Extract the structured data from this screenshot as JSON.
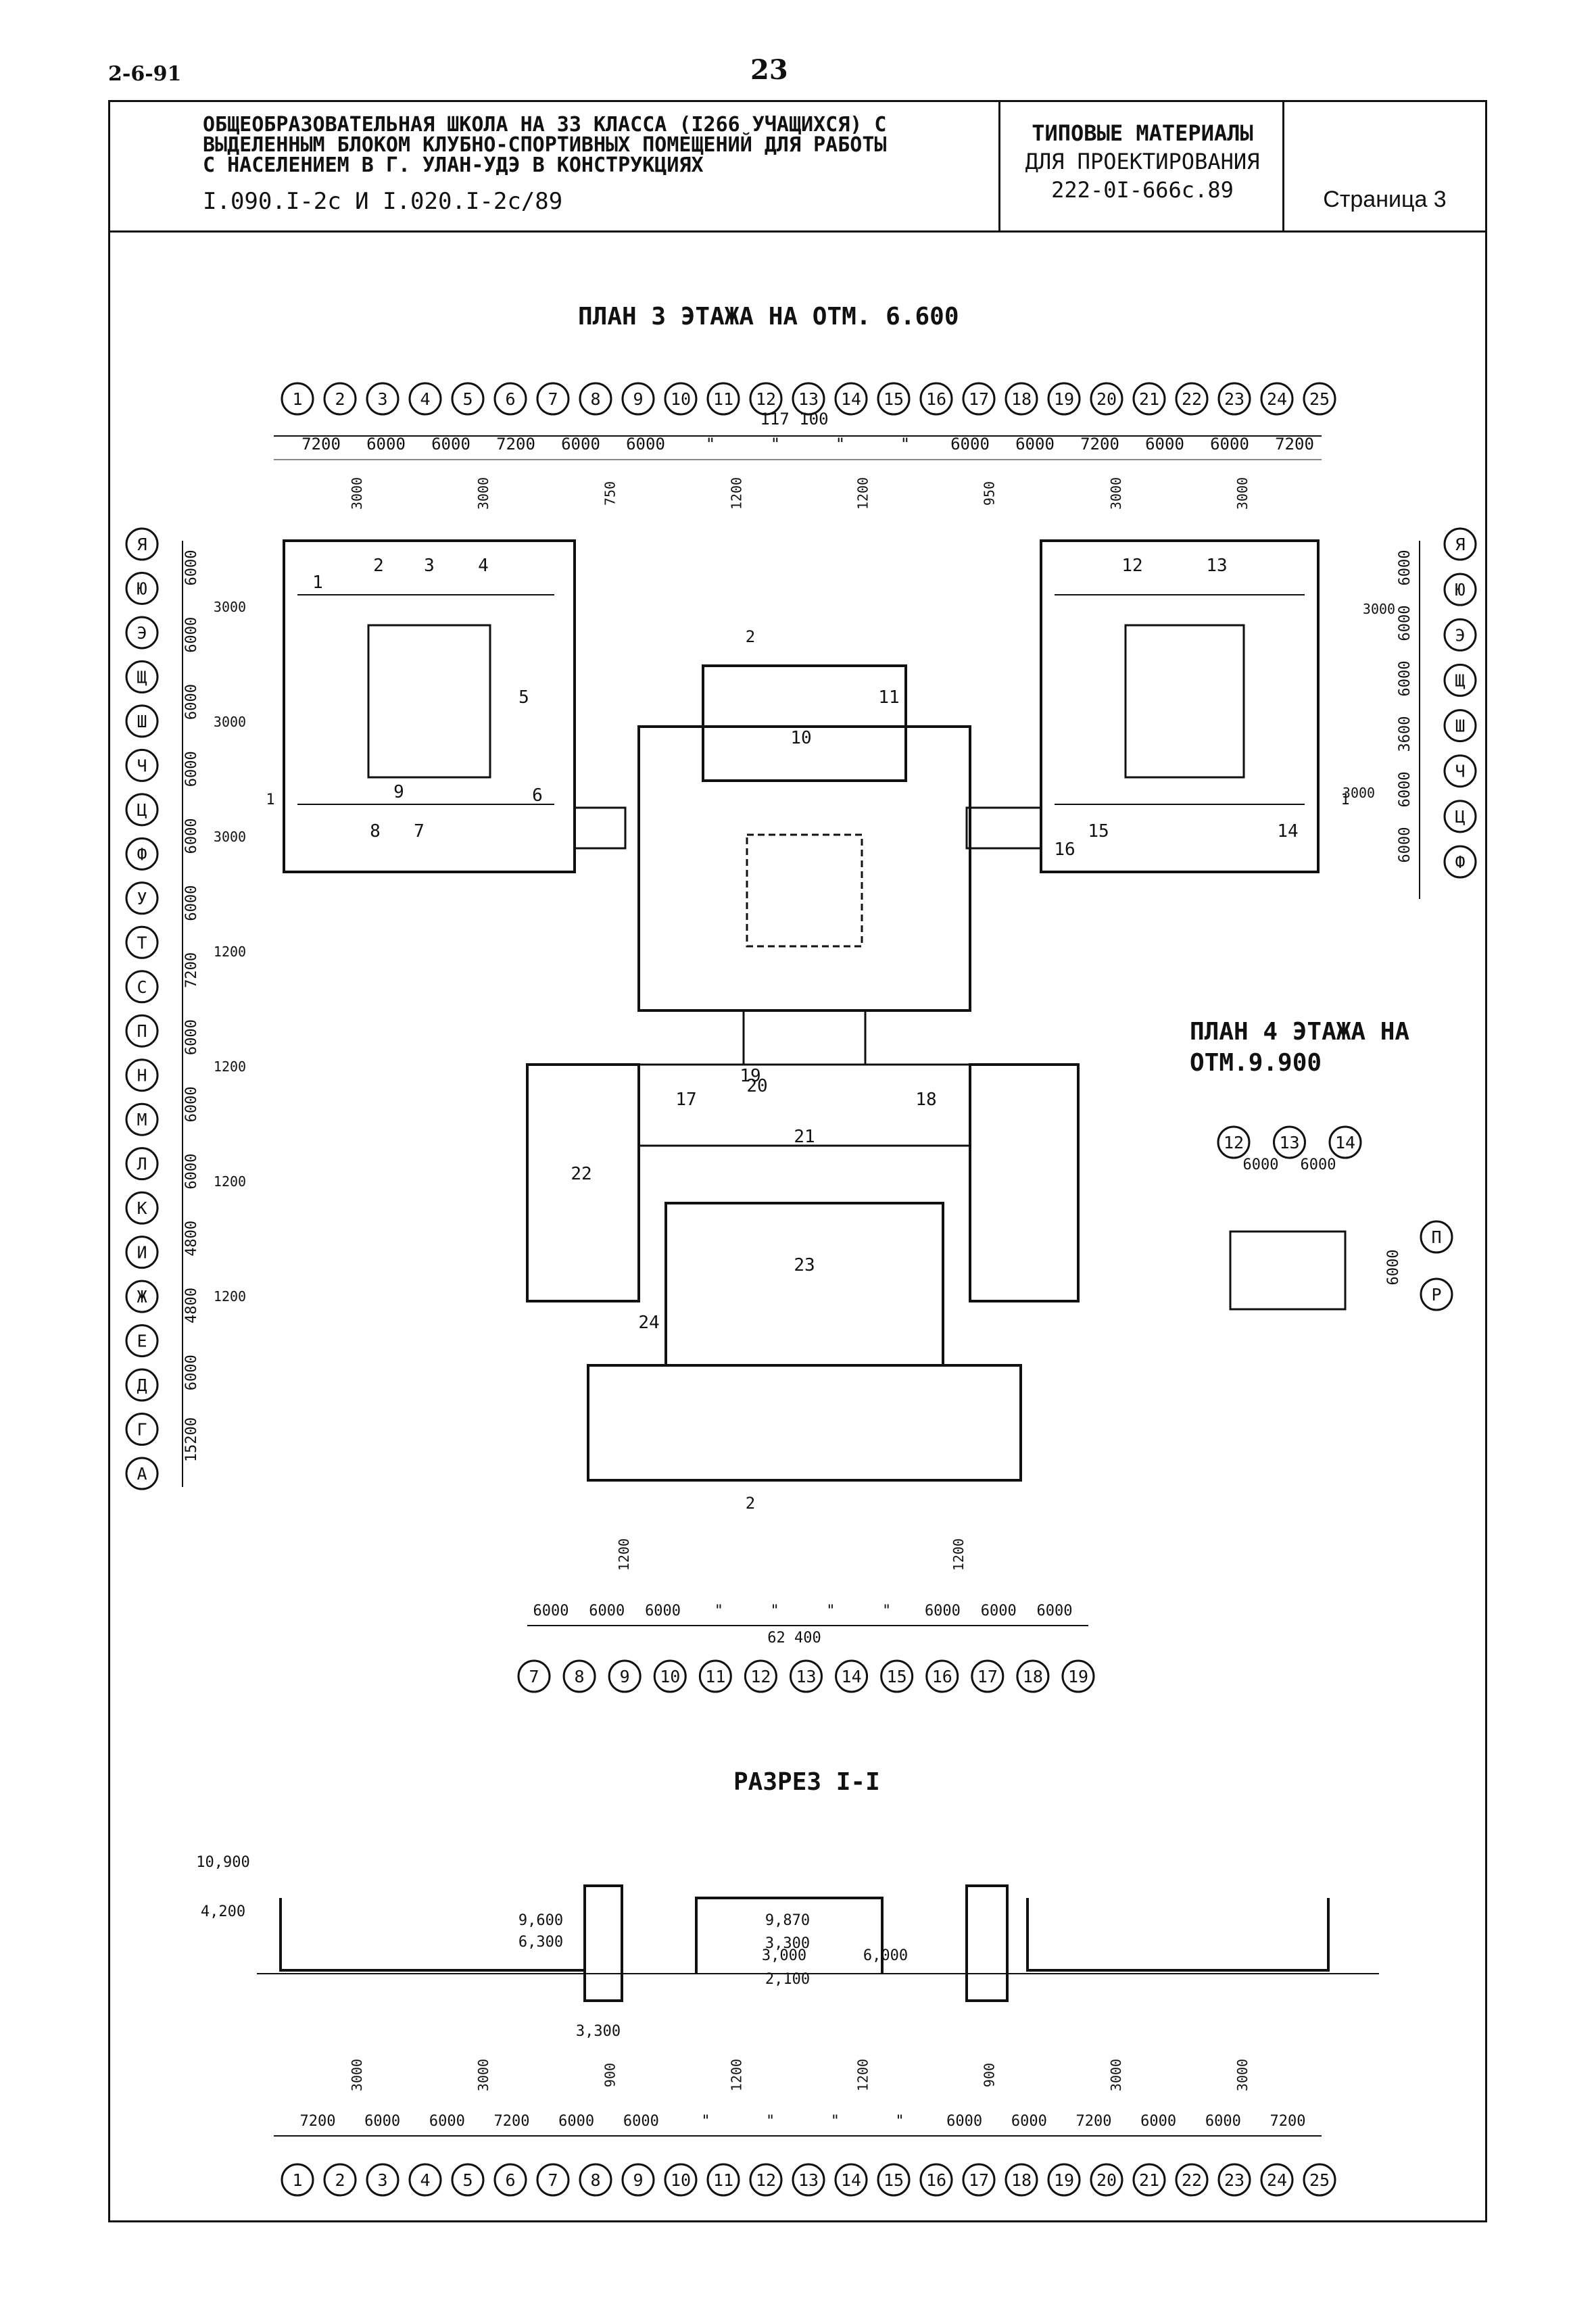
{
  "header": {
    "sheet_code": "2-6-91",
    "page_number": "23"
  },
  "title_block": {
    "project_title": "ОБЩЕОБРАЗОВАТЕЛЬНАЯ ШКОЛА НА 33 КЛАССА (I266 УЧАЩИХСЯ) С\nВЫДЕЛЕННЫМ БЛОКОМ КЛУБНО-СПОРТИВНЫХ ПОМЕЩЕНИЙ ДЛЯ РАБОТЫ\nС НАСЕЛЕНИЕМ                В Г. УЛАН-УДЭ В КОНСТРУКЦИЯХ",
    "series": "I.090.I-2с И I.020.I-2с/89",
    "materials_line1": "ТИПОВЫЕ МАТЕРИАЛЫ",
    "materials_line2": "ДЛЯ ПРОЕКТИРОВАНИЯ",
    "materials_code": "222-0I-666с.89",
    "page_label": "Страница 3"
  },
  "drawings": {
    "plan3_title": "ПЛАН 3 ЭТАЖА НА ОТМ. 6.600",
    "plan4_title": "ПЛАН 4 ЭТАЖА НА\nОТМ.9.900",
    "section_title": "РАЗРЕЗ I-I"
  },
  "plan3": {
    "top_axes": [
      "1",
      "2",
      "3",
      "4",
      "5",
      "6",
      "7",
      "8",
      "9",
      "10",
      "11",
      "12",
      "13",
      "14",
      "15",
      "16",
      "17",
      "18",
      "19",
      "20",
      "21",
      "22",
      "23",
      "24",
      "25"
    ],
    "top_dims": [
      "7200",
      "6000",
      "6000",
      "7200",
      "6000",
      "6000",
      "\"",
      "\"",
      "\"",
      "\"",
      "6000",
      "6000",
      "7200",
      "6000",
      "6000",
      "7200"
    ],
    "top_total": "117 100",
    "top_small_dims": [
      "3000",
      "3000",
      "750",
      "1200",
      "1200",
      "950",
      "3000",
      "3000"
    ],
    "left_axes": [
      "Я",
      "Ю",
      "Э",
      "Щ",
      "Ш",
      "Ч",
      "Ц",
      "Ф",
      "У",
      "Т",
      "С",
      "П",
      "Н",
      "М",
      "Л",
      "К",
      "И",
      "Ж",
      "Е",
      "Д",
      "Г",
      "А"
    ],
    "left_dims": [
      "6000",
      "6000",
      "6000",
      "6000",
      "6000",
      "6000",
      "7200",
      "6000",
      "6000",
      "6000",
      "4800",
      "4800",
      "6000",
      "15200"
    ],
    "left_small_dims": [
      "3000",
      "3000",
      "3000",
      "1200",
      "1200",
      "1200",
      "1200"
    ],
    "right_axes": [
      "Я",
      "Ю",
      "Э",
      "Щ",
      "Ш",
      "Ч",
      "Ц",
      "Ф"
    ],
    "right_dims": [
      "6000",
      "6000",
      "6000",
      "3600",
      "6000",
      "6000"
    ],
    "right_small_dims": [
      "3000",
      "3000"
    ],
    "bottom_axes": [
      "7",
      "8",
      "9",
      "10",
      "11",
      "12",
      "13",
      "14",
      "15",
      "16",
      "17",
      "18",
      "19"
    ],
    "bottom_dims": [
      "6000",
      "6000",
      "6000",
      "\"",
      "\"",
      "\"",
      "\"",
      "6000",
      "6000",
      "6000"
    ],
    "bottom_total": "62 400",
    "bottom_small_dims": [
      "1200",
      "1200"
    ],
    "section_marks": [
      "1",
      "1",
      "2",
      "2"
    ],
    "room_numbers": [
      "1",
      "2",
      "3",
      "4",
      "5",
      "6",
      "7",
      "8",
      "9",
      "10",
      "11",
      "12",
      "13",
      "14",
      "15",
      "16",
      "17",
      "18",
      "19",
      "20",
      "21",
      "22",
      "23",
      "24"
    ]
  },
  "plan4": {
    "axes_top": [
      "12",
      "13",
      "14"
    ],
    "dims_top": [
      "6000",
      "6000"
    ],
    "axes_right": [
      "П",
      "Р"
    ],
    "dims_right": [
      "6000"
    ]
  },
  "section": {
    "levels": [
      "10,900",
      "9,600",
      "6,300",
      "4,200",
      "3,300",
      "9,870",
      "3,300",
      "3,000",
      "6,000",
      "2,100"
    ],
    "dims": [
      "7200",
      "6000",
      "6000",
      "7200",
      "6000",
      "6000",
      "\"",
      "\"",
      "\"",
      "\"",
      "6000",
      "6000",
      "7200",
      "6000",
      "6000",
      "7200"
    ],
    "small_dims": [
      "3000",
      "3000",
      "900",
      "1200",
      "1200",
      "900",
      "3000",
      "3000"
    ],
    "axes": [
      "1",
      "2",
      "3",
      "4",
      "5",
      "6",
      "7",
      "8",
      "9",
      "10",
      "11",
      "12",
      "13",
      "14",
      "15",
      "16",
      "17",
      "18",
      "19",
      "20",
      "21",
      "22",
      "23",
      "24",
      "25"
    ]
  }
}
